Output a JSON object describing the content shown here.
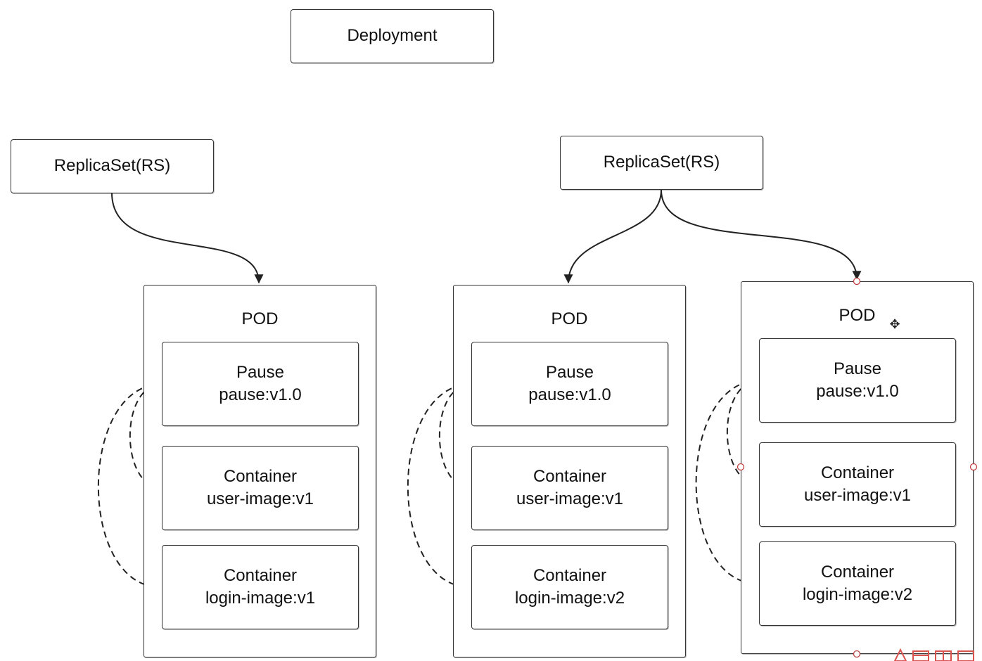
{
  "diagram": {
    "deployment": {
      "label": "Deployment"
    },
    "replicasets": [
      {
        "label": "ReplicaSet(RS)"
      },
      {
        "label": "ReplicaSet(RS)"
      }
    ],
    "pods": [
      {
        "title": "POD",
        "pause": {
          "name": "Pause",
          "image": "pause:v1.0"
        },
        "containers": [
          {
            "name": "Container",
            "image": "user-image:v1"
          },
          {
            "name": "Container",
            "image": "login-image:v1"
          }
        ]
      },
      {
        "title": "POD",
        "pause": {
          "name": "Pause",
          "image": "pause:v1.0"
        },
        "containers": [
          {
            "name": "Container",
            "image": "user-image:v1"
          },
          {
            "name": "Container",
            "image": "login-image:v2"
          }
        ]
      },
      {
        "title": "POD",
        "pause": {
          "name": "Pause",
          "image": "pause:v1.0"
        },
        "containers": [
          {
            "name": "Container",
            "image": "user-image:v1"
          },
          {
            "name": "Container",
            "image": "login-image:v2"
          }
        ]
      }
    ],
    "edges": [
      {
        "from": "replicaset-1",
        "to": "pod-1",
        "style": "solid"
      },
      {
        "from": "replicaset-2",
        "to": "pod-2",
        "style": "solid"
      },
      {
        "from": "replicaset-2",
        "to": "pod-3",
        "style": "solid"
      }
    ],
    "colors": {
      "stroke": "#333333",
      "selection_handle": "#c04040",
      "watermark": "#d9534f"
    },
    "icons": {
      "cursor": "move-cursor-icon"
    }
  }
}
